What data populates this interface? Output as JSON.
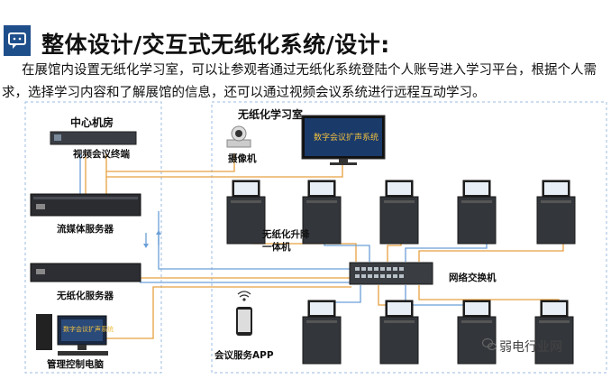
{
  "header": {
    "title": "整体设计/交互式无纸化系统/设计:",
    "title_icon": "chat-bubble-icon",
    "accent_color": "#1f4f8b"
  },
  "description": "在展馆内设置无纸化学习室，可以让参观者通过无纸化系统登陆个人账号进入学习平台，根据个人需求，选择学习内容和了解展馆的信息，还可以通过视频会议系统进行远程互动学习。",
  "diagram": {
    "center_room_label": "中心机房",
    "study_room_label": "无纸化学习室",
    "devices": {
      "video_terminal": "视频会议终端",
      "media_server": "流媒体服务器",
      "paperless_server": "无纸化服务器",
      "control_pc": "管理控制电脑",
      "camera": "摄像机",
      "lift_terminal": "无纸化升降一体机",
      "network_switch": "网络交换机",
      "meeting_app": "会议服务APP"
    },
    "screen_text": "数字会议扩声系统",
    "line_color_orange": "#e8a040",
    "line_color_blue": "#6a9fd8"
  },
  "watermark": {
    "text": "弱电行业网",
    "icon": "wechat-icon"
  }
}
